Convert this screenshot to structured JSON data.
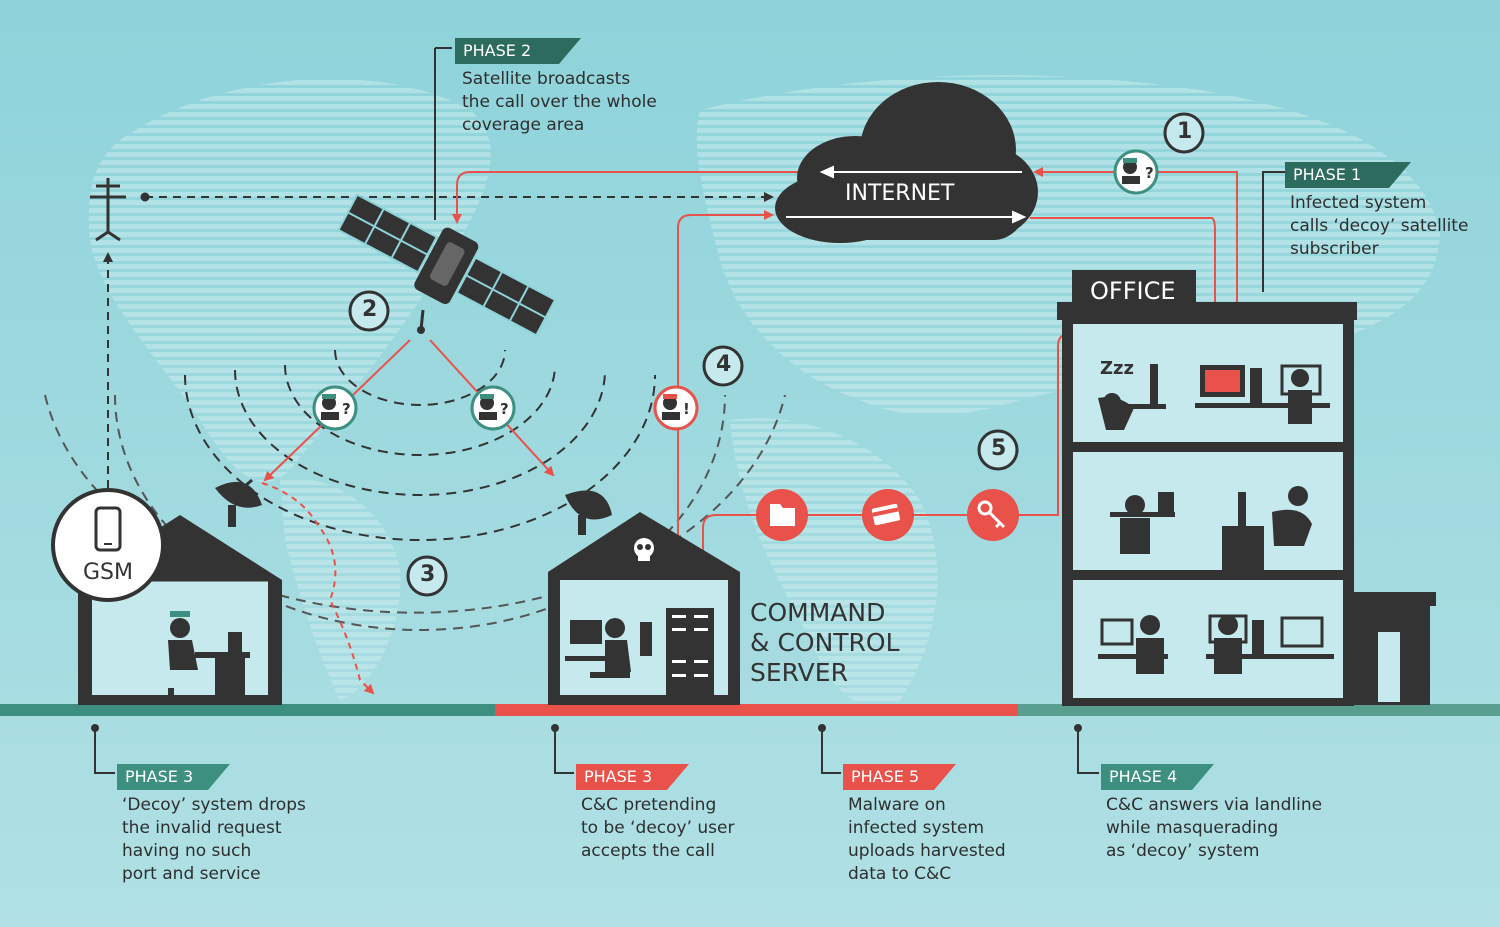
{
  "diagram": {
    "internet_label": "INTERNET",
    "office_label": "OFFICE",
    "gsm_label": "GSM",
    "cnc_label": "COMMAND\n& CONTROL\nSERVER",
    "sleep_label": "Zzz",
    "step_numbers": [
      "1",
      "2",
      "3",
      "4",
      "5"
    ]
  },
  "phases": {
    "phase2": {
      "tag": "PHASE 2",
      "text": "Satellite broadcasts\nthe call over the whole\ncoverage area"
    },
    "phase1": {
      "tag": "PHASE 1",
      "text": "Infected system\ncalls ‘decoy’ satellite\nsubscriber"
    },
    "phase3a": {
      "tag": "PHASE 3",
      "text": "‘Decoy’ system drops\nthe invalid request\nhaving no such\nport and service"
    },
    "phase3b": {
      "tag": "PHASE 3",
      "text": "C&C pretending\nto be ‘decoy’ user\naccepts the call"
    },
    "phase5": {
      "tag": "PHASE 5",
      "text": "Malware on\ninfected system\nuploads harvested\ndata to C&C"
    },
    "phase4": {
      "tag": "PHASE 4",
      "text": "C&C answers via landline\nwhile masquerading\nas ‘decoy’ system"
    }
  },
  "colors": {
    "background": "#a8dde2",
    "dark": "#333333",
    "red": "#e8524a",
    "teal": "#3d8f80",
    "phase_dark": "#2d6b5e"
  },
  "icons": [
    "satellite-icon",
    "cloud-icon",
    "antenna-tower-icon",
    "phone-icon",
    "satellite-dish-icon",
    "skull-icon",
    "folder-icon",
    "credit-card-icon",
    "key-icon",
    "hacker-question-icon",
    "hacker-alert-icon"
  ]
}
